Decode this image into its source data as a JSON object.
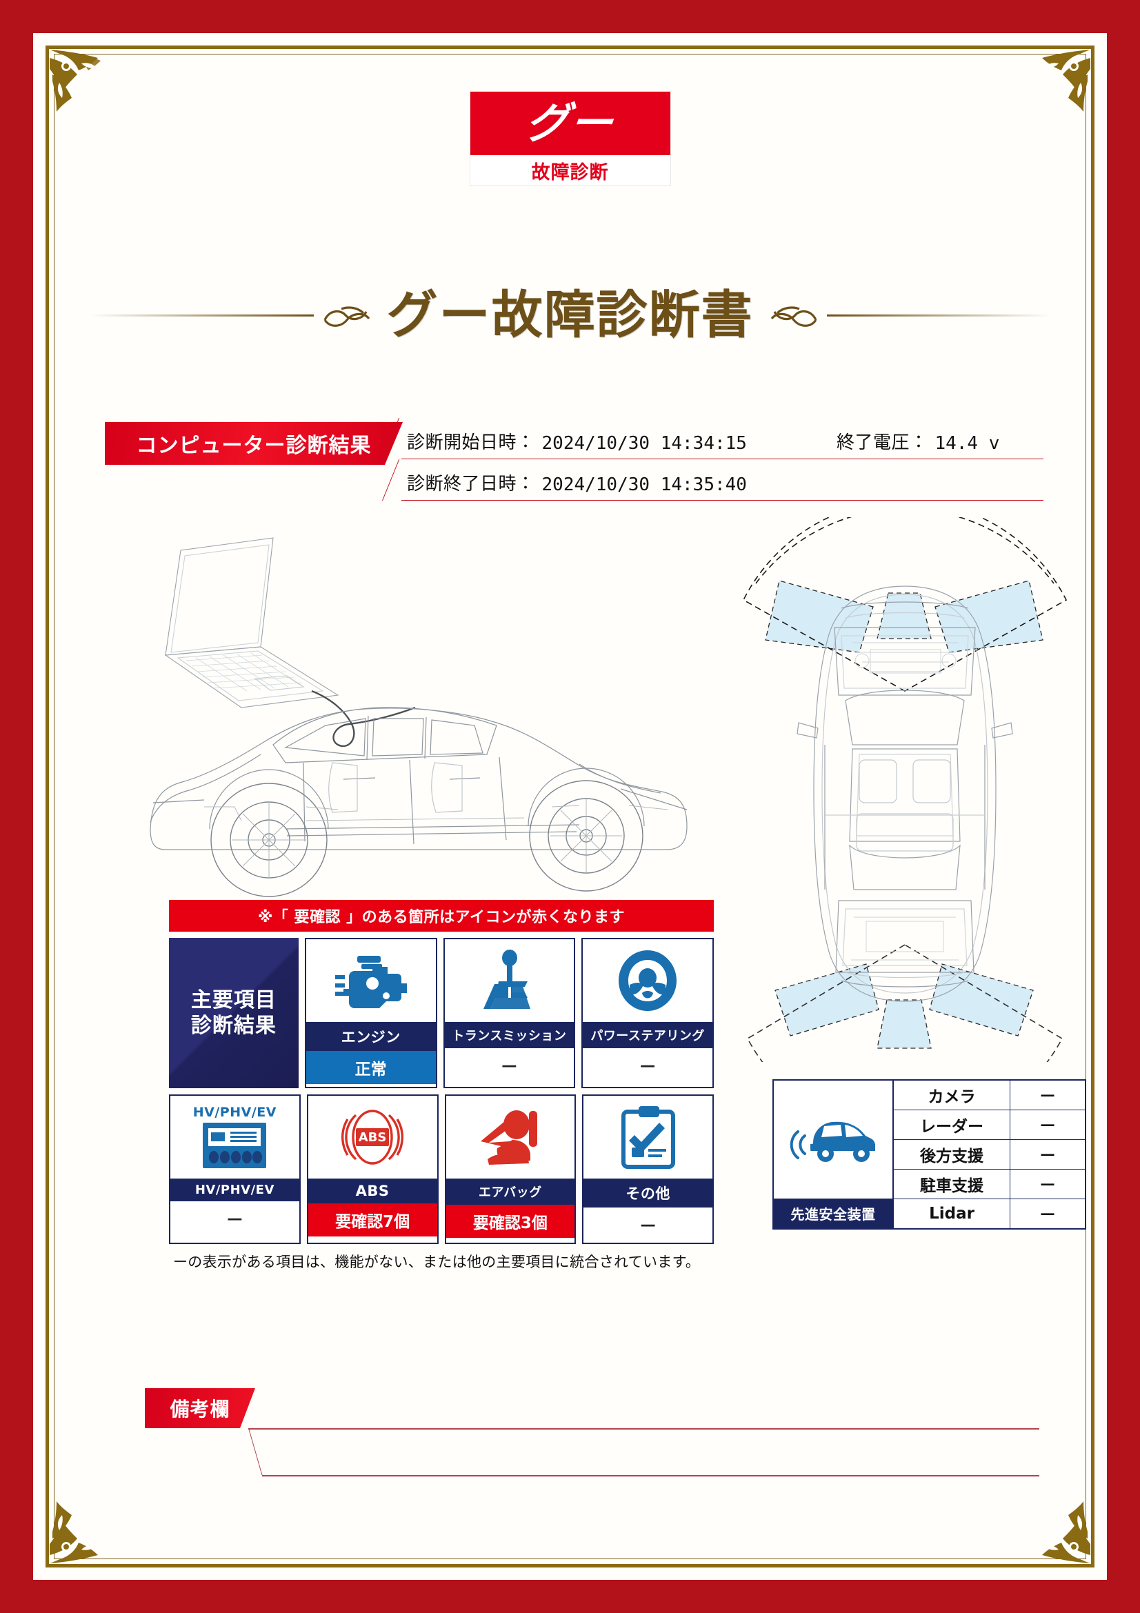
{
  "logo": {
    "brand": "グー",
    "subtitle": "故障診断"
  },
  "document": {
    "title": "グー故障診断書"
  },
  "diagnostic_header": {
    "ribbon_label": "コンピューター診断結果",
    "start_label": "診断開始日時：",
    "start_value": "2024/10/30 14:34:15",
    "end_label": "診断終了日時：",
    "end_value": "2024/10/30 14:35:40",
    "voltage_label": "終了電圧：",
    "voltage_value": "14.4 v"
  },
  "results": {
    "notice": "※「 要確認 」のある箇所はアイコンが赤くなります",
    "panel_line1": "主要項目",
    "panel_line2": "診断結果",
    "footnote": "ーの表示がある項目は、機能がない、または他の主要項目に統合されています。",
    "items": [
      {
        "icon": "engine-icon",
        "name": "エンジン",
        "status": "正常",
        "state": "ok"
      },
      {
        "icon": "transmission-icon",
        "name": "トランスミッション",
        "status": "－",
        "state": "none"
      },
      {
        "icon": "steering-icon",
        "name": "パワーステアリング",
        "status": "－",
        "state": "none"
      },
      {
        "icon": "battery-icon",
        "name": "HV/PHV/EV",
        "status": "－",
        "state": "none",
        "tag": "HV/PHV/EV"
      },
      {
        "icon": "abs-icon",
        "name": "ABS",
        "status": "要確認7個",
        "state": "alert"
      },
      {
        "icon": "airbag-icon",
        "name": "エアバッグ",
        "status": "要確認3個",
        "state": "alert"
      },
      {
        "icon": "clipboard-icon",
        "name": "その他",
        "status": "－",
        "state": "none"
      }
    ]
  },
  "adas": {
    "icon": "car-sensor-icon",
    "label": "先進安全装置",
    "rows": [
      {
        "name": "カメラ",
        "value": "－"
      },
      {
        "name": "レーダー",
        "value": "－"
      },
      {
        "name": "後方支援",
        "value": "－"
      },
      {
        "name": "駐車支援",
        "value": "－"
      },
      {
        "name": "Lidar",
        "value": "－"
      }
    ]
  },
  "remarks": {
    "label": "備考欄"
  },
  "colors": {
    "border_red": "#b3121a",
    "gold": "#8a6a12",
    "brand_red": "#e3001b",
    "alert_red": "#e60012",
    "navy": "#1a2560",
    "status_blue": "#1270b8",
    "icon_blue": "#1a6faf",
    "title_brown": "#6d4f18",
    "sensor_cone": "#d6ecf7"
  }
}
